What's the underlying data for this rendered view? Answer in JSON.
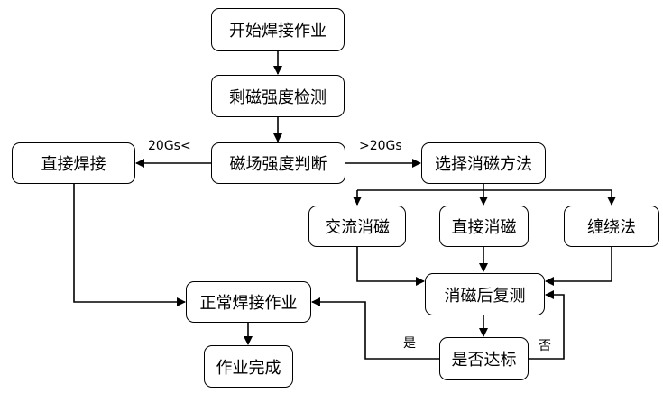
{
  "nodes": {
    "start": "开始焊接作业",
    "remanence_detect": "剩磁强度检测",
    "field_judge": "磁场强度判断",
    "direct_weld": "直接焊接",
    "choose_method": "选择消磁方法",
    "ac_demag": "交流消磁",
    "dc_demag": "直接消磁",
    "winding": "缠绕法",
    "retest": "消磁后复测",
    "normal_weld": "正常焊接作业",
    "check_standard": "是否达标",
    "done": "作业完成"
  },
  "edge_labels": {
    "less_20gs": "20Gs<",
    "more_20gs": ">20Gs",
    "yes": "是",
    "no": "否"
  }
}
